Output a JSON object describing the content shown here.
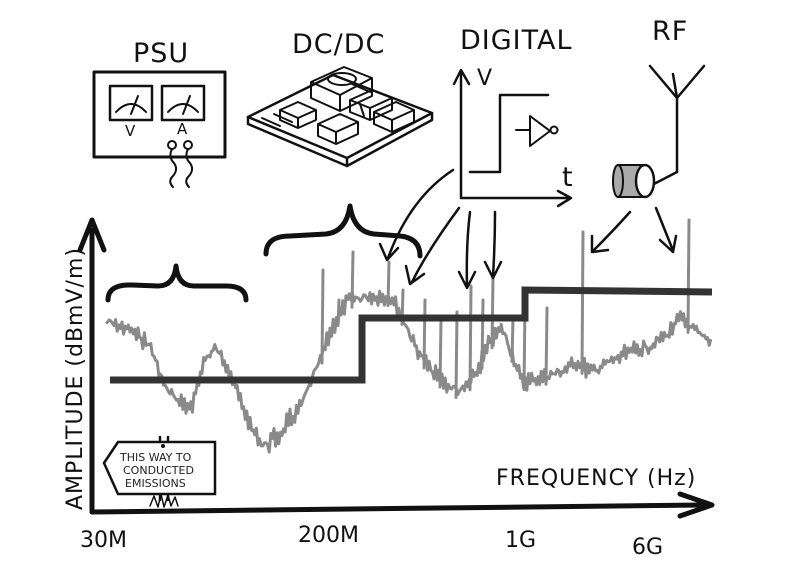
{
  "titles": {
    "psu": "PSU",
    "dcdc": "DC/DC",
    "digital": "DIGITAL",
    "rf": "RF"
  },
  "psu_meters": {
    "left": "V",
    "right": "A"
  },
  "digital_axes": {
    "y": "V",
    "x": "t"
  },
  "axis": {
    "y_label": "AMPLITUDE (dBmV/m)",
    "x_label": "FREQUENCY (Hz)",
    "ticks": [
      "30M",
      "200M",
      "1G",
      "6G"
    ]
  },
  "sign": {
    "lines": [
      "THIS WAY TO",
      "CONDUCTED",
      "EMISSIONS"
    ]
  },
  "colors": {
    "ink": "#111111",
    "spectrum": "#8a8a8a",
    "limit": "#333333",
    "cap": "#aaaaaa"
  }
}
